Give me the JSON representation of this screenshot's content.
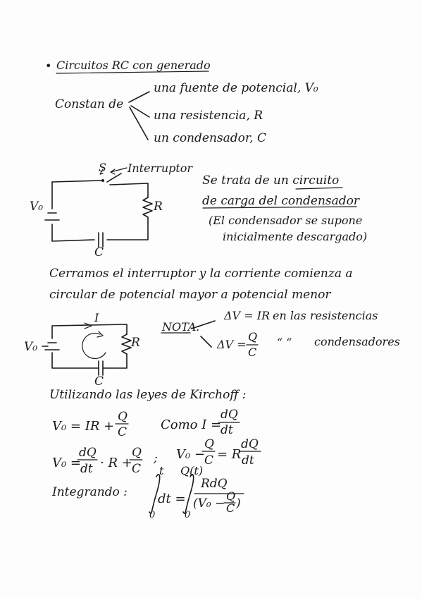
{
  "title": "Circuitos RC con generado",
  "intro": {
    "lead": "Constan de",
    "items": [
      "una fuente de potencial, V₀",
      "una resistencia, R",
      "un condensador, C"
    ]
  },
  "circuit1": {
    "switch_label": "S",
    "switch_note": "Interruptor",
    "source_label": "V₀",
    "resistor_label": "R",
    "capacitor_label": "C"
  },
  "description": {
    "line1": "Se trata de un circuito",
    "line2": "de carga del condensador",
    "line3": "(El condensador se supone",
    "line4": "inicialmente descargado)"
  },
  "paragraph": {
    "line1": "Cerramos el interruptor y la corriente comienza a",
    "line2": "circular de potencial mayor a potencial menor"
  },
  "circuit2": {
    "current_label": "I",
    "source_label": "V₀",
    "resistor_label": "R",
    "capacitor_label": "C"
  },
  "note": {
    "label": "NOTA:",
    "line1_eq": "ΔV = IR",
    "line1_text": "en las resistencias",
    "line2_eq": "ΔV =",
    "q": "Q",
    "c": "C",
    "ditto": "“   “",
    "line2_text": "condensadores"
  },
  "laws": "Utilizando las leyes de Kirchoff :",
  "eq1": {
    "lhs": "V₀ = IR +",
    "num": "Q",
    "den": "C"
  },
  "eq2": {
    "lhs": "Como  I =",
    "num": "dQ",
    "den": "dt"
  },
  "eq3": {
    "lhs": "V₀ =",
    "num1": "dQ",
    "den1": "dt",
    "mid": "· R +",
    "num2": "Q",
    "den2": "C",
    "sep": ";"
  },
  "eq4": {
    "lhs": "V₀ −",
    "num1": "Q",
    "den1": "C",
    "mid": "= R",
    "num2": "dQ",
    "den2": "dt"
  },
  "integral": {
    "label": "Integrando :",
    "upper1": "t",
    "lower1": "0",
    "body1": "dt =",
    "upper2": "Q(t)",
    "lower2": "0",
    "num": "RdQ",
    "den_open": "(V₀ −",
    "den_q": "Q",
    "den_c": "C",
    "den_close": ")"
  }
}
